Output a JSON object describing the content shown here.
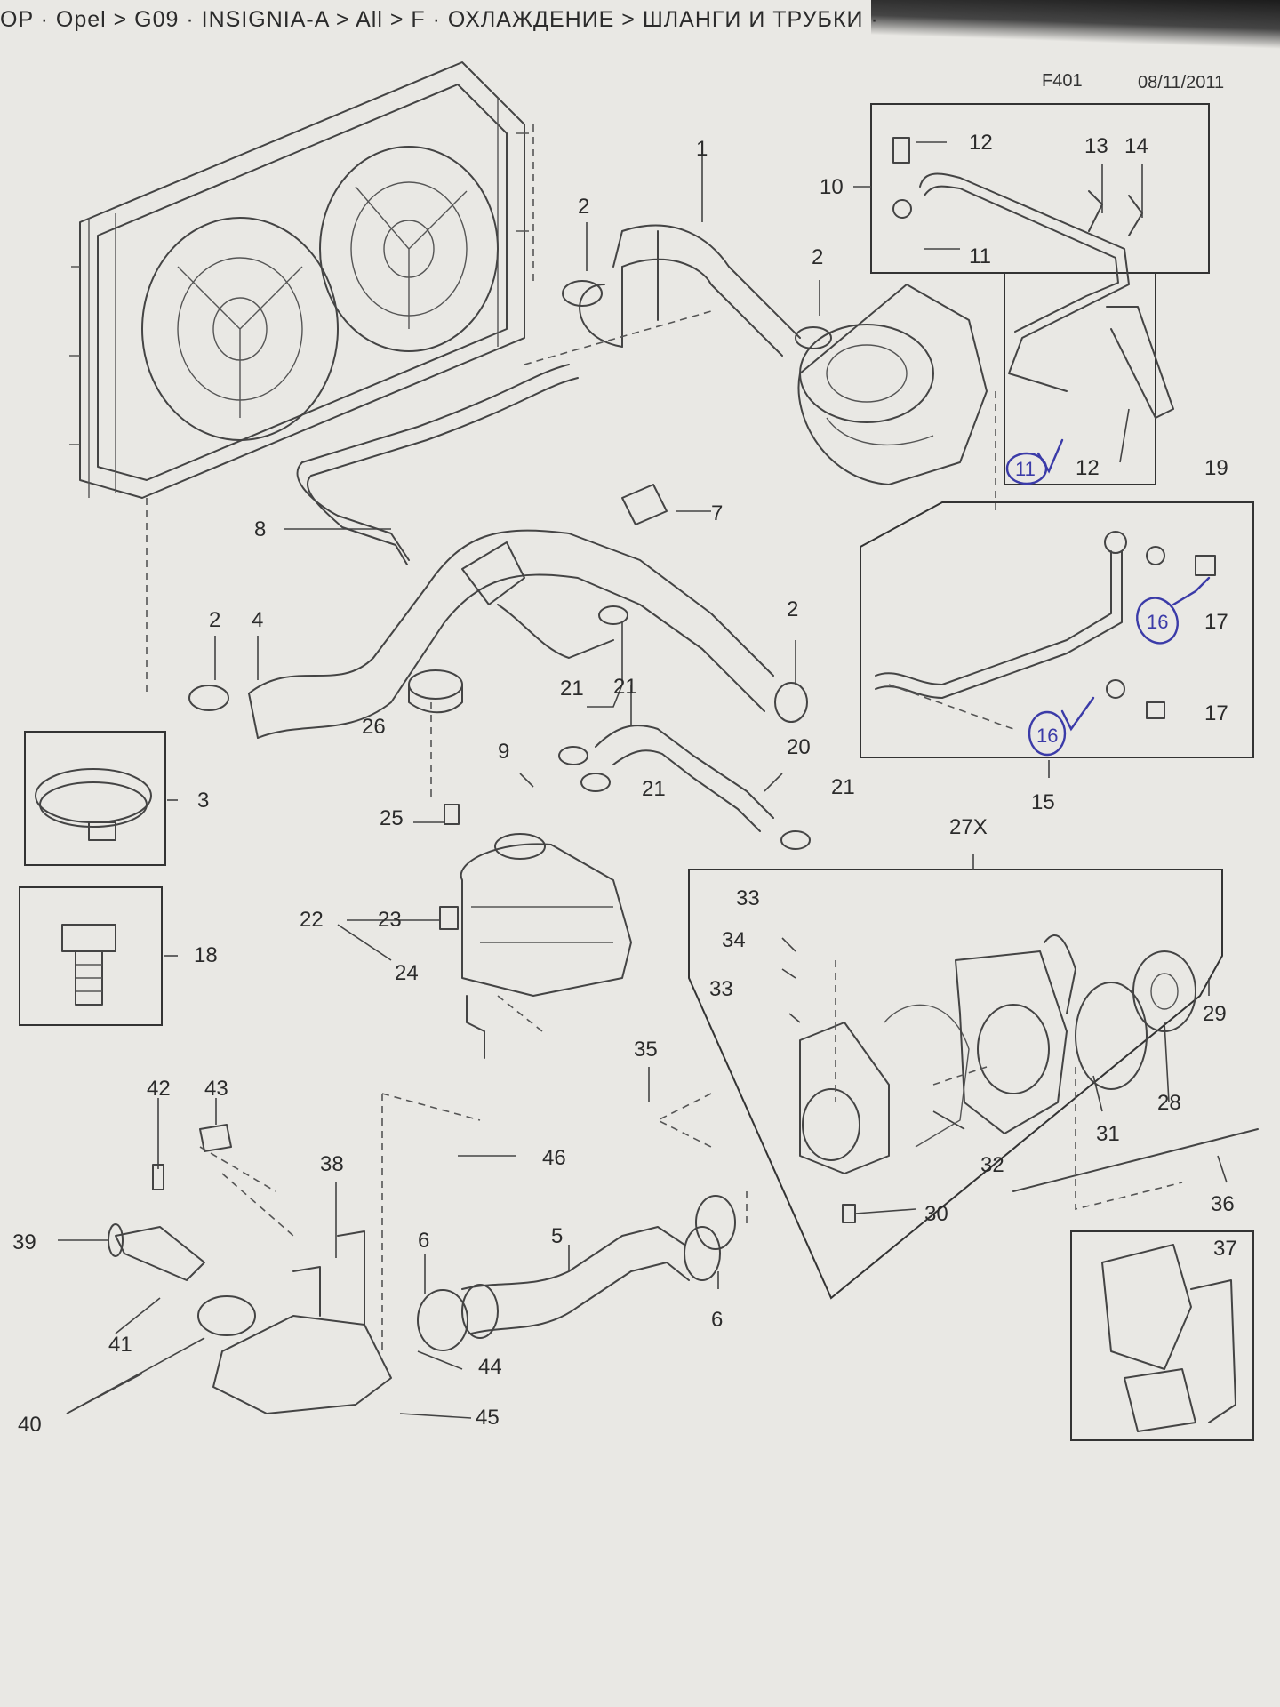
{
  "header": {
    "breadcrumb": "OP · Opel > G09 · INSIGNIA-A > All > F · ОХЛАЖДЕНИЕ > ШЛАНГИ И ТРУБКИ ·",
    "code": "F401",
    "date": "08/11/2011"
  },
  "colors": {
    "paper": "#e9e8e4",
    "line": "#444444",
    "pen": "#3b3ba8"
  },
  "callouts": [
    "1",
    "2",
    "2",
    "10",
    "12",
    "13",
    "14",
    "11",
    "12",
    "19",
    "11",
    "7",
    "8",
    "17",
    "16",
    "17",
    "16",
    "15",
    "2",
    "4",
    "2",
    "21",
    "21",
    "21",
    "20",
    "21",
    "26",
    "9",
    "25",
    "23",
    "22",
    "24",
    "3",
    "18",
    "27X",
    "33",
    "34",
    "33",
    "29",
    "28",
    "31",
    "32",
    "30",
    "35",
    "36",
    "37",
    "42",
    "43",
    "38",
    "46",
    "39",
    "6",
    "5",
    "6",
    "41",
    "44",
    "40",
    "45"
  ]
}
